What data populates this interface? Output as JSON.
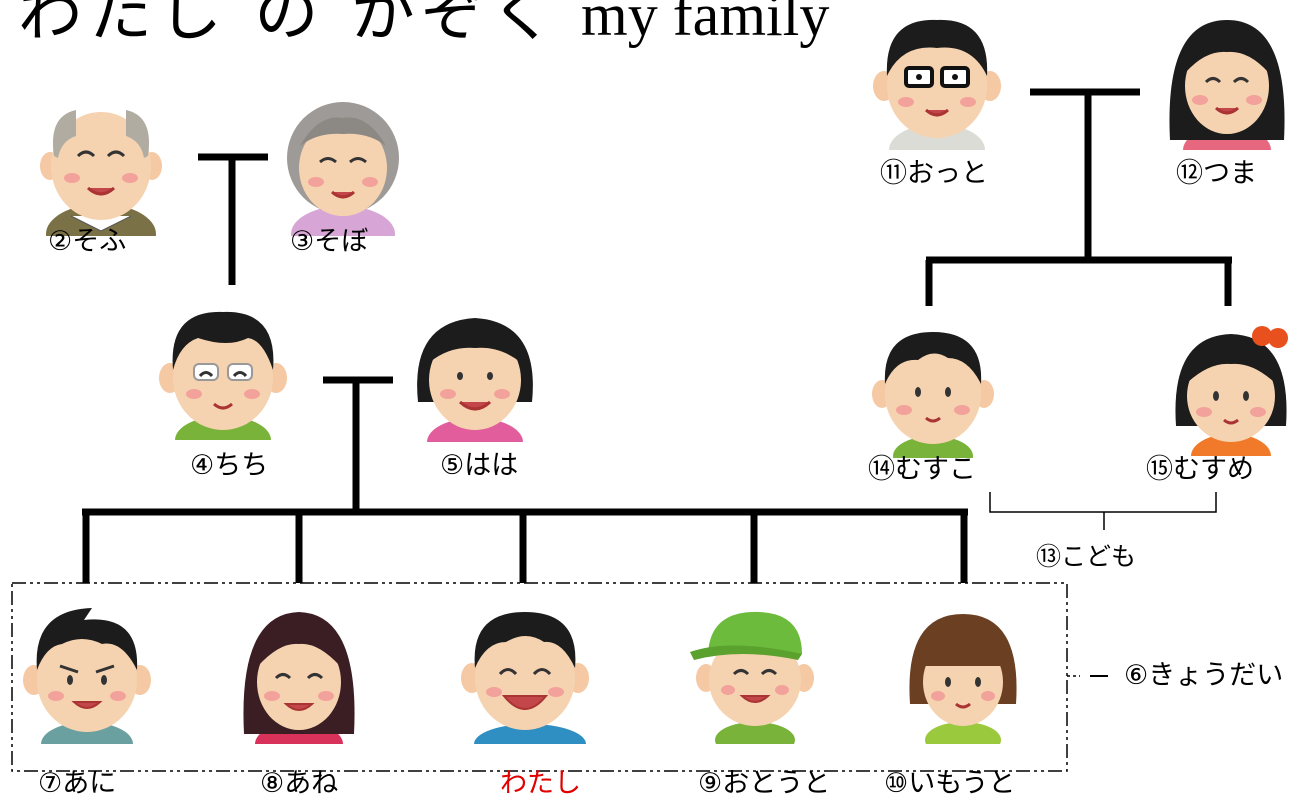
{
  "title": {
    "japanese": "わたし の かぞく",
    "english": "my family"
  },
  "members": {
    "grandfather": "②そふ",
    "grandmother": "③そぼ",
    "father": "④ちち",
    "mother": "⑤はは",
    "siblings_group": "⑥きょうだい",
    "older_brother": "⑦あに",
    "older_sister": "⑧あね",
    "me": "わたし",
    "younger_brother": "⑨おとうと",
    "younger_sister": "⑩いもうと",
    "husband": "⑪おっと",
    "wife": "⑫つま",
    "children_group": "⑬こども",
    "son": "⑭むすこ",
    "daughter": "⑮むすめ"
  },
  "colors": {
    "me_label": "#e00000",
    "line": "#000000"
  }
}
